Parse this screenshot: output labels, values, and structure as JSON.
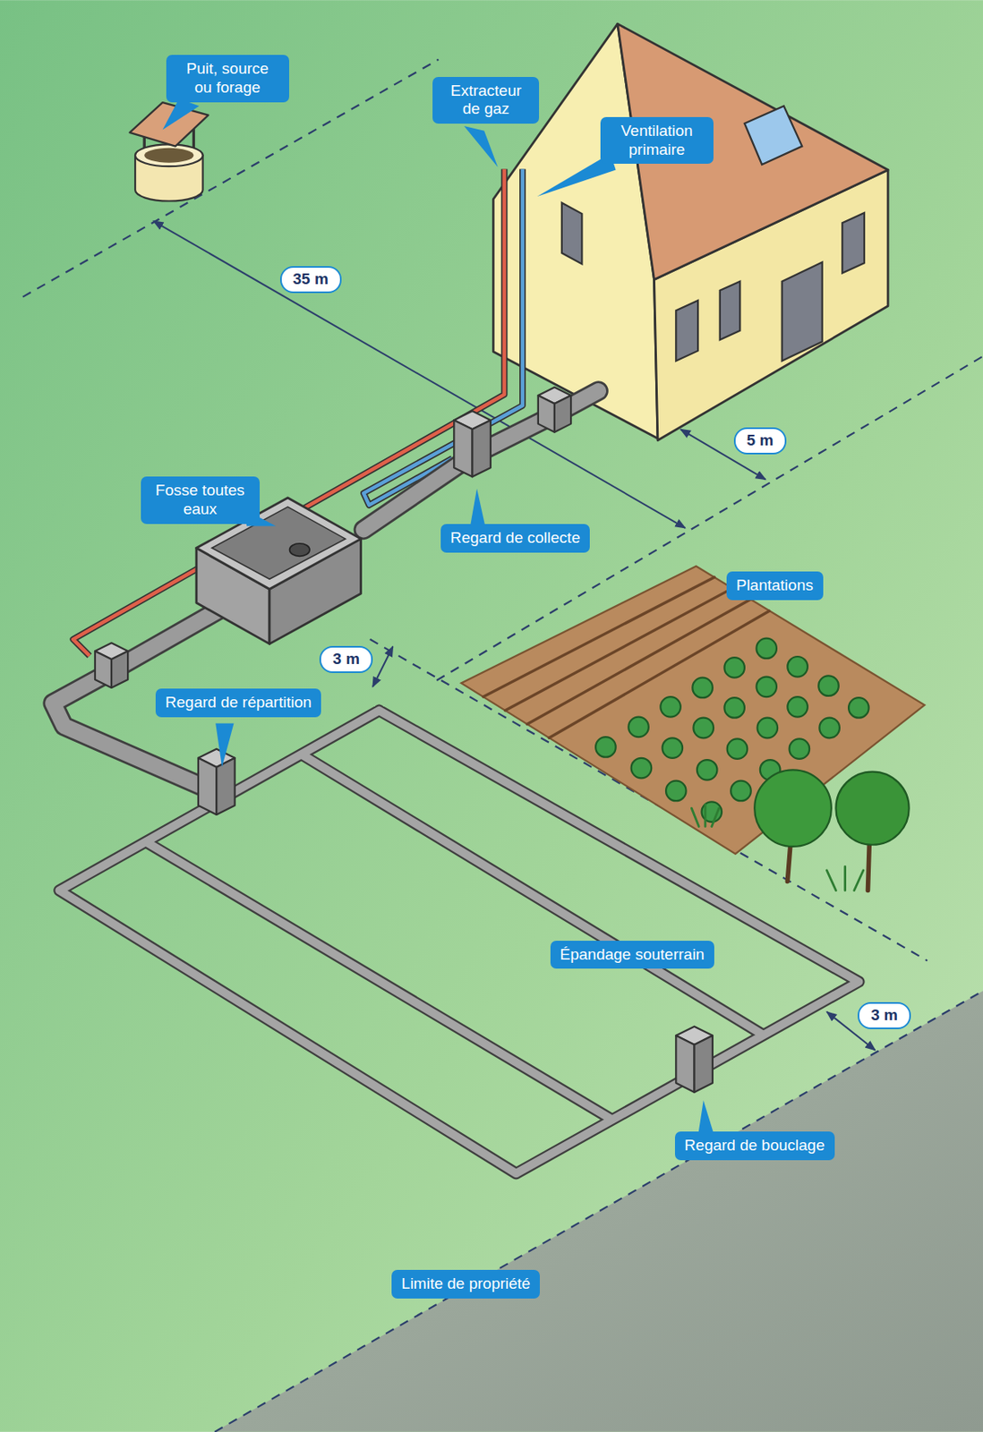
{
  "diagram": {
    "nodes": [
      {
        "text": [
          "Puit, source ou forage"
        ]
      },
      {
        "text": [
          "Extracteur de gaz"
        ]
      },
      {
        "text": [
          "Ventilation primaire"
        ]
      },
      {
        "text": [
          "Fosse toutes eaux"
        ]
      },
      {
        "text": [
          "Regard de collecte"
        ]
      },
      {
        "text": [
          "Plantations"
        ]
      },
      {
        "text": [
          "Regard de répartition"
        ]
      },
      {
        "text": [
          "Épandage souterrain"
        ]
      },
      {
        "text": [
          "Regard de bouclage"
        ]
      },
      {
        "text": [
          "Limite de propriété"
        ]
      }
    ],
    "labels": [
      "35 m",
      "5 m",
      "3 m",
      "3 m"
    ]
  }
}
